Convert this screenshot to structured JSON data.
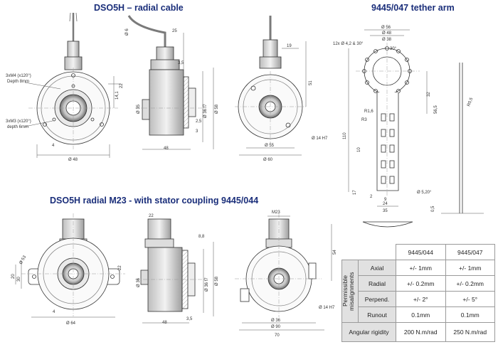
{
  "titles": {
    "top_left": "DSO5H – radial cable",
    "top_right": "9445/047 tether arm",
    "bottom_left": "DSO5H radial M23 - with stator coupling 9445/044"
  },
  "dims_top": {
    "mount_m4": "3xM4 (x120°)",
    "mount_m4_depth": "Depth 8mm",
    "mount_m3": "3xM3 (x120°)",
    "mount_m3_depth": "depth 6mm",
    "d48": "Ø 48",
    "d4": "4",
    "d14_1": "14,1",
    "d22": "22",
    "d6": "Ø 6",
    "d25": "25",
    "d3_5": "3,5",
    "d35": "Ø 35",
    "d36_17": "Ø 36 f7",
    "d58": "Ø 58",
    "d2_5": "2,5",
    "d3": "3",
    "d48_len": "48",
    "d19": "19",
    "d51": "51",
    "d55": "Ø 55",
    "d60": "Ø 60",
    "d14h7": "Ø 14 H7"
  },
  "dims_tether": {
    "d56": "Ø 56",
    "d48": "Ø 48",
    "d38": "Ø 38",
    "holes": "12x Ø 4,2 & 30°",
    "deg30": "30°",
    "r1_6": "R1,6",
    "r3": "R3",
    "d32": "32",
    "d110": "110",
    "d56_5": "56,5",
    "d10": "10",
    "d2": "2",
    "d9": "9",
    "d24": "24",
    "d35": "35",
    "d17": "17",
    "d5x20": "Ø 5,20°",
    "r0_5": "R0,5",
    "d0_5": "0,5"
  },
  "dims_bottom": {
    "d53": "Ø 53",
    "d20": "20",
    "d30": "30",
    "d64": "Ø 64",
    "d22": "22",
    "d4": "4",
    "d8_8": "8,8",
    "d36": "Ø 36",
    "d36f7": "Ø 36 f7",
    "d58": "Ø 58",
    "d48": "48",
    "d3_5": "3,5",
    "m23": "M23",
    "d54": "54",
    "d14h7": "Ø 14 H7",
    "d90": "Ø 90",
    "d70": "70"
  },
  "spec_table": {
    "col_a": "9445/044",
    "col_b": "9445/047",
    "group_label": "Permissible misalignments",
    "rows": [
      {
        "label": "Axial",
        "a": "+/- 1mm",
        "b": "+/- 1mm"
      },
      {
        "label": "Radial",
        "a": "+/- 0.2mm",
        "b": "+/- 0.2mm"
      },
      {
        "label": "Perpend.",
        "a": "+/- 2°",
        "b": "+/- 5°"
      },
      {
        "label": "Runout",
        "a": "0.1mm",
        "b": "0.1mm"
      }
    ],
    "rigidity_label": "Angular rigidity",
    "rigidity_a": "200 N.m/rad",
    "rigidity_b": "250 N.m/rad"
  }
}
